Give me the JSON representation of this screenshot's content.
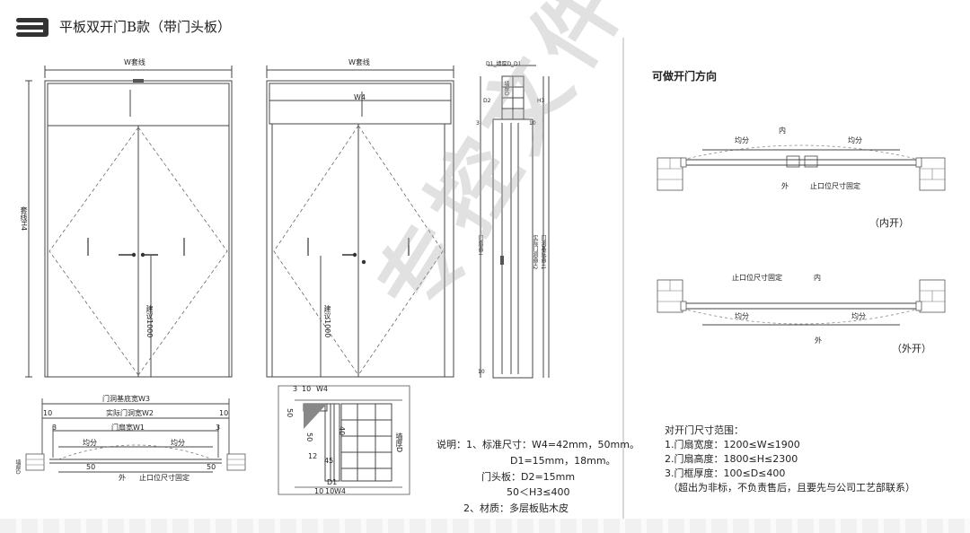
{
  "header": {
    "title": "平板双开门B款（带门头板）"
  },
  "left_front": {
    "top_label": "W套线",
    "side_label": "套线H4",
    "handle_label": "建议1000"
  },
  "mid_front": {
    "top_label": "W套线",
    "w4_label": "W4",
    "handle_label": "建议1000"
  },
  "section": {
    "top_label": "D1_墙厚D_D1",
    "d2_label": "D2",
    "h3_label": "H3",
    "wall_label": "墙厚D",
    "dim_3": "3",
    "dim_10a": "10",
    "dim_10b": "10",
    "leaf_h_label": "门扇高H",
    "actual_h2": "实际门洞高H2",
    "base_h1": "门洞基底高H1"
  },
  "plan_bottom": {
    "w3": "门洞基底宽W3",
    "w2": "实际门洞宽W2",
    "w1": "门扇宽W1",
    "n10a": "10",
    "n10b": "10",
    "n3a": "3",
    "n3b": "3",
    "split_a": "均分",
    "split_b": "均分",
    "n50a": "50",
    "n50b": "50",
    "outside": "外",
    "stop": "止口位尺寸固定",
    "wall": "墙厚D"
  },
  "detail": {
    "n3": "3",
    "n10": "10",
    "w4": "W4",
    "n50a": "50",
    "n50b": "50",
    "n40": "40",
    "n12": "12",
    "n45": "45",
    "n10b": "10",
    "d1": "D1",
    "n10c": "10",
    "w4b": "W4",
    "wall": "墙厚D"
  },
  "notes": {
    "line1": "说明：1、标准尺寸：W4=42mm，50mm。",
    "line2": "D1=15mm，18mm。",
    "line3": "门头板：D2=15mm",
    "line4": "50＜H3≤400",
    "line5": "2、材质：多层板贴木皮"
  },
  "right": {
    "title": "可做开门方向",
    "inward": {
      "inner": "内",
      "split_a": "均分",
      "split_b": "均分",
      "outer": "外",
      "stop": "止口位尺寸固定",
      "caption": "（内开）"
    },
    "outward": {
      "stop": "止口位尺寸固定",
      "inner": "内",
      "split_a": "均分",
      "split_b": "均分",
      "outer": "外",
      "caption": "（外开）"
    },
    "range_title": "对开门尺寸范围：",
    "range1": "1.门扇宽度：1200≤W≤1900",
    "range2": "2.门扇高度：1800≤H≤2300",
    "range3": "3.门框厚度：100≤D≤400",
    "range4": "（超出为非标，不负责售后，且要先与公司工艺部联系）"
  },
  "watermark": "专控文件"
}
